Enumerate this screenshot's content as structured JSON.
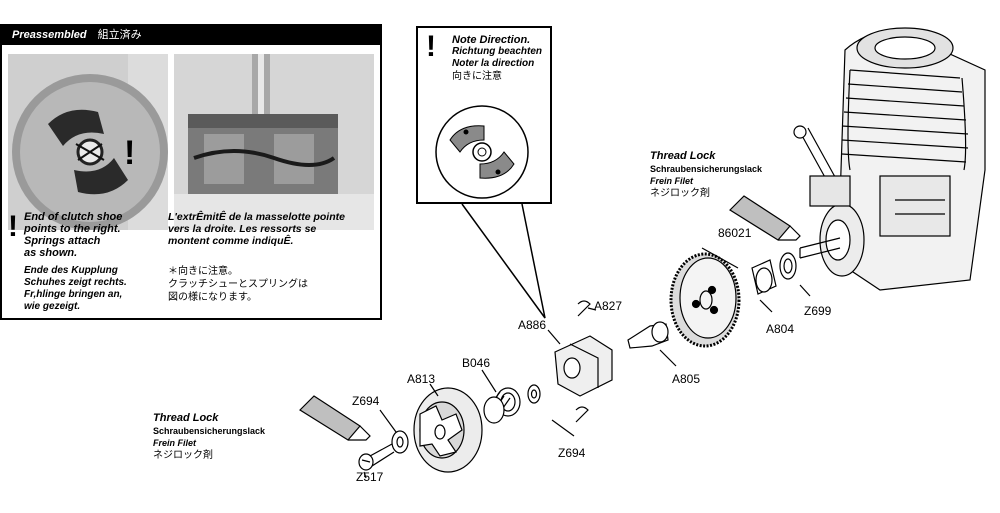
{
  "preassembled": {
    "header_en": "Preassembled",
    "header_jp": "組立済み",
    "note_en": [
      "End of clutch shoe",
      "points to the right.",
      "Springs attach",
      "as shown."
    ],
    "note_de": [
      "Ende des Kupplung",
      "Schuhes zeigt rechts.",
      "Fr,hlinge bringen an,",
      "wie gezeigt."
    ],
    "note_fr": [
      "L'extrÊmitÊ de la masselotte pointe",
      "vers la droite. Les ressorts se",
      "montent comme indiquÊ."
    ],
    "note_jp": [
      "＊向きに注意。",
      "クラッチシューとスプリングは",
      "図の様になります。"
    ]
  },
  "note_direction": {
    "title": "Note Direction.",
    "de": "Richtung beachten",
    "fr": "Noter la direction",
    "jp": "向きに注意"
  },
  "thread_lock_1": {
    "title": "Thread Lock",
    "de": "Schraubensicherungslack",
    "fr": "Frein Filet",
    "jp": "ネジロック剤"
  },
  "thread_lock_2": {
    "title": "Thread Lock",
    "de": "Schraubensicherungslack",
    "fr": "Frein Filet",
    "jp": "ネジロック剤"
  },
  "parts": {
    "p86021": "86021",
    "a827": "A827",
    "a886": "A886",
    "z699": "Z699",
    "a804": "A804",
    "a805": "A805",
    "b046": "B046",
    "a813": "A813",
    "z694_top": "Z694",
    "z694_bottom": "Z694",
    "z517": "Z517"
  },
  "icons": [
    "exclamation-icon",
    "clutch-shoe-icon",
    "engine-icon",
    "flywheel-icon",
    "clutch-bell-icon",
    "bearing-icon",
    "thread-lock-tube-icon",
    "spring-icon",
    "washer-icon",
    "screw-icon"
  ]
}
